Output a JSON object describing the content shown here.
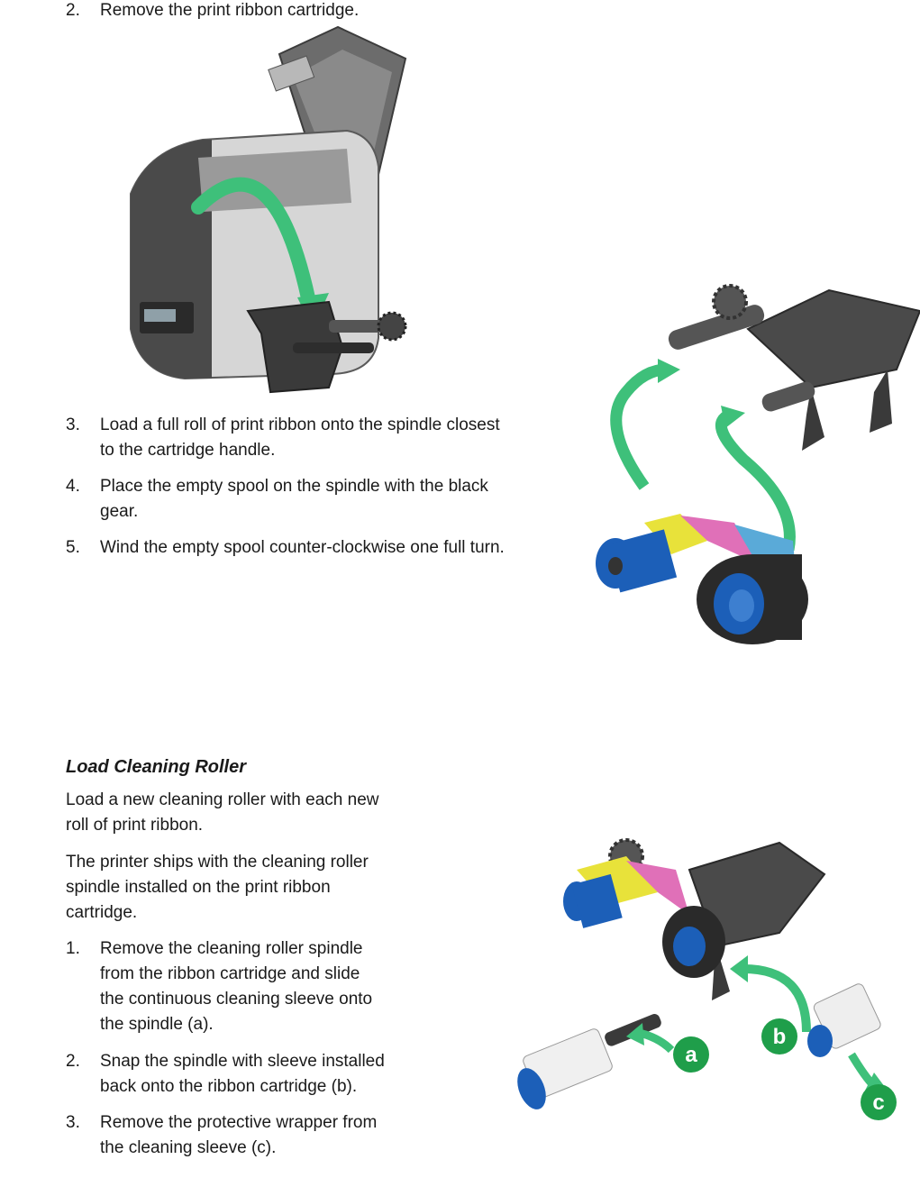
{
  "steps_top": [
    {
      "number": "2.",
      "text": "Remove the print ribbon cartridge."
    }
  ],
  "steps_middle": [
    {
      "number": "3.",
      "line1": "Load a full roll of print ribbon onto the spindle closest",
      "line2": "to the cartridge handle."
    },
    {
      "number": "4.",
      "line1": "Place the empty spool on the spindle with the black",
      "line2": "gear."
    },
    {
      "number": "5.",
      "line1": "Wind the empty spool counter-clockwise one full turn."
    }
  ],
  "section": {
    "heading": "Load Cleaning Roller",
    "intro1": [
      "Load a new cleaning roller with each new",
      "roll of print ribbon."
    ],
    "intro2": [
      "The printer ships with the cleaning roller",
      "spindle installed on the print ribbon",
      "cartridge."
    ],
    "steps": [
      {
        "number": "1.",
        "lines": [
          "Remove the cleaning roller spindle",
          "from the ribbon cartridge and slide",
          "the continuous cleaning sleeve onto",
          "the spindle (a)."
        ]
      },
      {
        "number": "2.",
        "lines": [
          "Snap the spindle with sleeve installed",
          "back onto the ribbon cartridge (b)."
        ]
      },
      {
        "number": "3.",
        "lines": [
          "Remove the protective wrapper from",
          "the cleaning sleeve (c)."
        ]
      }
    ]
  },
  "callouts": {
    "a": "a",
    "b": "b",
    "c": "c"
  },
  "colors": {
    "arrow_green": "#3ec07a",
    "badge_green": "#1f9e4a",
    "ribbon_yellow": "#e8e23a",
    "ribbon_magenta": "#e070b8",
    "ribbon_cyan": "#5aaad8",
    "spool_blue": "#1c5fb8"
  }
}
